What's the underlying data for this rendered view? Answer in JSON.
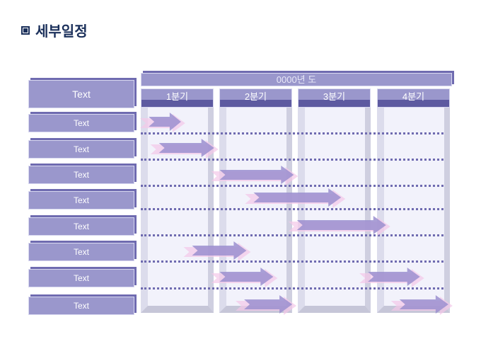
{
  "title": "세부일정",
  "header_label": "Text",
  "year_label": "0000년 도",
  "quarters": [
    "1분기",
    "2분기",
    "3분기",
    "4분기"
  ],
  "rows": [
    "Text",
    "Text",
    "Text",
    "Text",
    "Text",
    "Text",
    "Text",
    "Text"
  ],
  "colors": {
    "box": "#9a97cc",
    "arrow": "#9b8fcf",
    "arrow_shadow": "#f4c8e8",
    "title": "#1a2f5a"
  },
  "arrows": [
    {
      "row": 0,
      "start": 0.1,
      "end": 0.51
    },
    {
      "row": 1,
      "start": 0.23,
      "end": 0.93
    },
    {
      "row": 2,
      "start": 1.0,
      "end": 1.94
    },
    {
      "row": 3,
      "start": 1.43,
      "end": 2.54
    },
    {
      "row": 4,
      "start": 1.98,
      "end": 3.11
    },
    {
      "row": 5,
      "start": 0.65,
      "end": 1.34
    },
    {
      "row": 6,
      "start": 1.0,
      "end": 1.68
    },
    {
      "row": 6,
      "start": 2.88,
      "end": 3.54
    },
    {
      "row": 7,
      "start": 1.31,
      "end": 1.92
    },
    {
      "row": 7,
      "start": 3.28,
      "end": 3.9
    }
  ]
}
